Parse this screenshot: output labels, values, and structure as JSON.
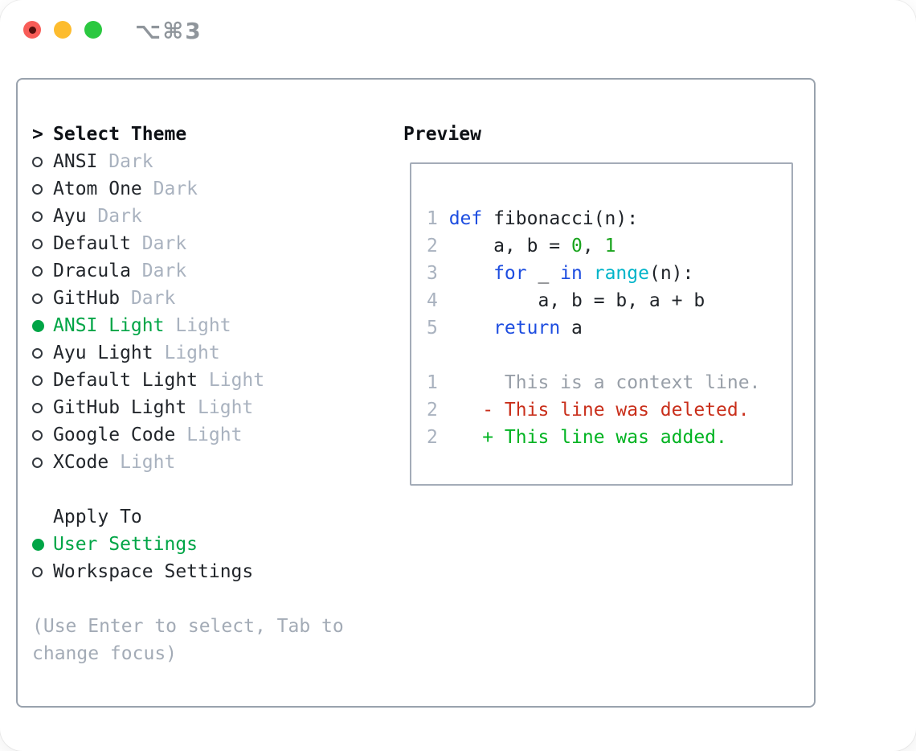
{
  "titlebar": {
    "shortcut": "⌥⌘3"
  },
  "colors": {
    "accent_green": "#00a546",
    "keyword_blue": "#1d4de0",
    "builtin_cyan": "#00b4c9",
    "literal_green": "#18a31c",
    "deleted_red": "#c92f1b",
    "added_green": "#00b321",
    "muted_gray": "#a9b2bf",
    "panel_border": "#99a2ad",
    "traffic_red": "#f85d58",
    "traffic_yellow": "#fdbc2e",
    "traffic_green": "#2bc840"
  },
  "theme_selector": {
    "header_marker": ">",
    "header": "Select Theme",
    "items": [
      {
        "name": "ANSI",
        "tag": "Dark",
        "selected": false
      },
      {
        "name": "Atom One",
        "tag": "Dark",
        "selected": false
      },
      {
        "name": "Ayu",
        "tag": "Dark",
        "selected": false
      },
      {
        "name": "Default",
        "tag": "Dark",
        "selected": false
      },
      {
        "name": "Dracula",
        "tag": "Dark",
        "selected": false
      },
      {
        "name": "GitHub",
        "tag": "Dark",
        "selected": false
      },
      {
        "name": "ANSI Light",
        "tag": "Light",
        "selected": true
      },
      {
        "name": "Ayu Light",
        "tag": "Light",
        "selected": false
      },
      {
        "name": "Default Light",
        "tag": "Light",
        "selected": false
      },
      {
        "name": "GitHub Light",
        "tag": "Light",
        "selected": false
      },
      {
        "name": "Google Code",
        "tag": "Light",
        "selected": false
      },
      {
        "name": "XCode",
        "tag": "Light",
        "selected": false
      }
    ]
  },
  "apply_to": {
    "header": "Apply To",
    "options": [
      {
        "label": "User Settings",
        "selected": true
      },
      {
        "label": "Workspace Settings",
        "selected": false
      }
    ]
  },
  "help_text": "(Use Enter to select, Tab to change focus)",
  "preview": {
    "title": "Preview",
    "code_lines": [
      {
        "num": "1",
        "k1": "def",
        "p1": " fibonacci(n):"
      },
      {
        "num": "2",
        "p1": "    a, b = ",
        "g1": "0",
        "p2": ", ",
        "g2": "1"
      },
      {
        "num": "3",
        "p1": "    ",
        "k1": "for",
        "p2": " _ ",
        "k2": "in",
        "p3": " ",
        "c1": "range",
        "p4": "(n):"
      },
      {
        "num": "4",
        "p1": "        a, b = b, a + b"
      },
      {
        "num": "5",
        "p1": "    ",
        "k1": "return",
        "p2": " a"
      }
    ],
    "diff_lines": [
      {
        "num": "1",
        "text": "     This is a context line.",
        "type": "context"
      },
      {
        "num": "2",
        "text": "   - This line was deleted.",
        "type": "deleted"
      },
      {
        "num": "2",
        "text": "   + This line was added.",
        "type": "added"
      }
    ]
  }
}
